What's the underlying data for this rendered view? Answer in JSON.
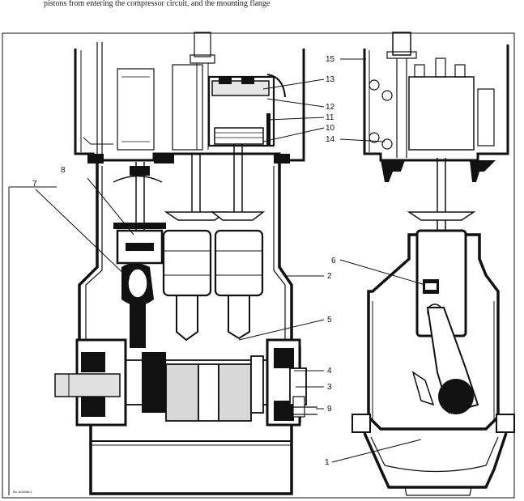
{
  "header_text": "pistons from entering the compressor circuit, and the mounting flange",
  "figure_code": "Bu 1626/88.1",
  "part_labels": {
    "l1": "1",
    "l2": "2",
    "l3": "3",
    "l4": "4",
    "l5": "5",
    "l6": "6",
    "l7": "7",
    "l8": "8",
    "l9": "9",
    "l10": "10",
    "l11": "11",
    "l12": "12",
    "l13": "13",
    "l14": "14",
    "l15": "15"
  },
  "colors": {
    "ink": "#111111",
    "paper": "#ffffff",
    "shade": "#bdbdbd",
    "light": "#e6e6e6"
  }
}
